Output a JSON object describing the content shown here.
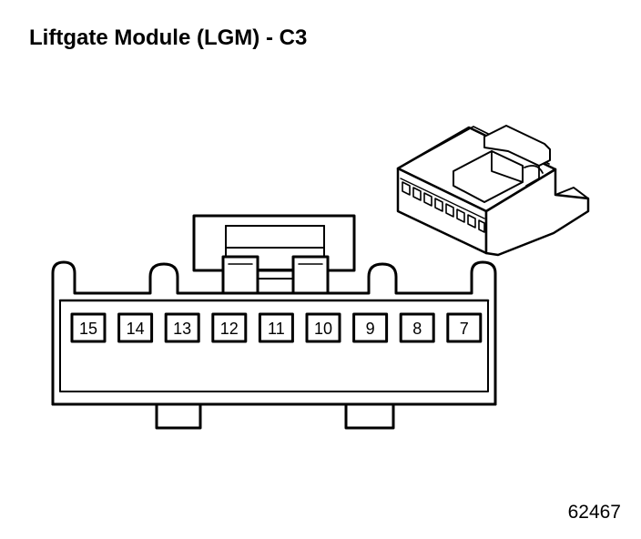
{
  "title": "Liftgate Module (LGM) - C3",
  "figure_id": "62467",
  "pins": [
    "15",
    "14",
    "13",
    "12",
    "11",
    "10",
    "9",
    "8",
    "7"
  ]
}
